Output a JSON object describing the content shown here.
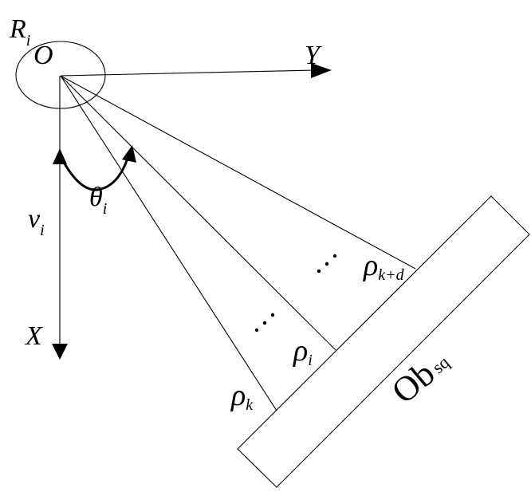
{
  "diagram": {
    "description": "Robot detection ranges to a rectangular obstacle",
    "robot_label": "R",
    "robot_label_sub": "i",
    "origin_label": "O",
    "y_axis_label": "Y",
    "x_axis_label": "X",
    "velocity_label": "v",
    "velocity_label_sub": "i",
    "angle_label": "θ",
    "angle_label_sub": "i",
    "rays": [
      {
        "label": "ρ",
        "sub": "k"
      },
      {
        "label": "ρ",
        "sub": "i"
      },
      {
        "label": "ρ",
        "sub": "k+d"
      }
    ],
    "ellipsis": "· · ·",
    "obstacle_label": "Ob",
    "obstacle_label_sub": "sq",
    "line_color": "#000000",
    "background_color": "#ffffff"
  }
}
